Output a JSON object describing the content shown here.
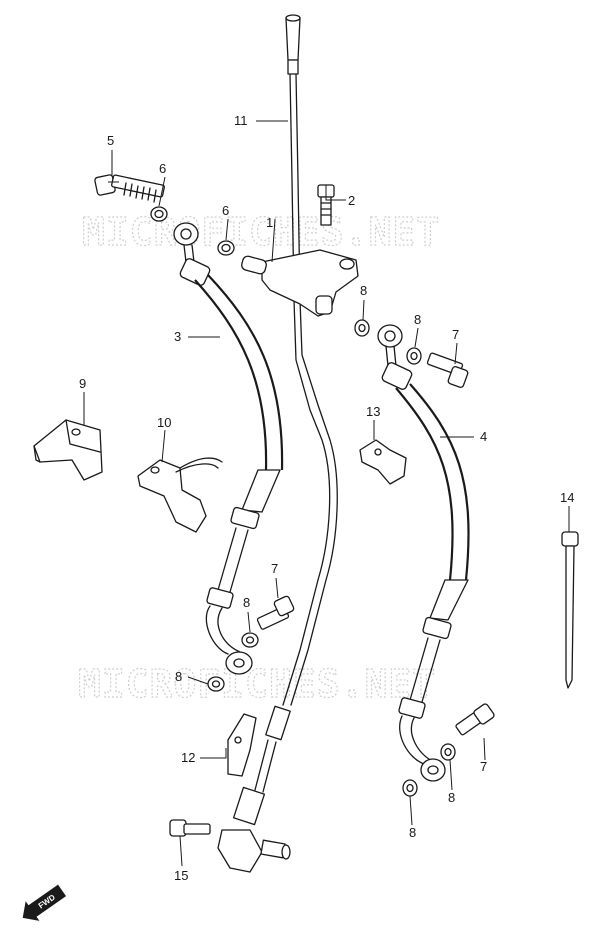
{
  "watermark": "MICROFICHES.NET",
  "fwd_label": "FWD",
  "callouts": {
    "c1": "1",
    "c2": "2",
    "c3": "3",
    "c4": "4",
    "c5": "5",
    "c6a": "6",
    "c6b": "6",
    "c7a": "7",
    "c7b": "7",
    "c7c": "7",
    "c8a": "8",
    "c8b": "8",
    "c8c": "8",
    "c8d": "8",
    "c8e": "8",
    "c8f": "8",
    "c9": "9",
    "c10": "10",
    "c11": "11",
    "c12": "12",
    "c13": "13",
    "c14": "14",
    "c15": "15"
  }
}
